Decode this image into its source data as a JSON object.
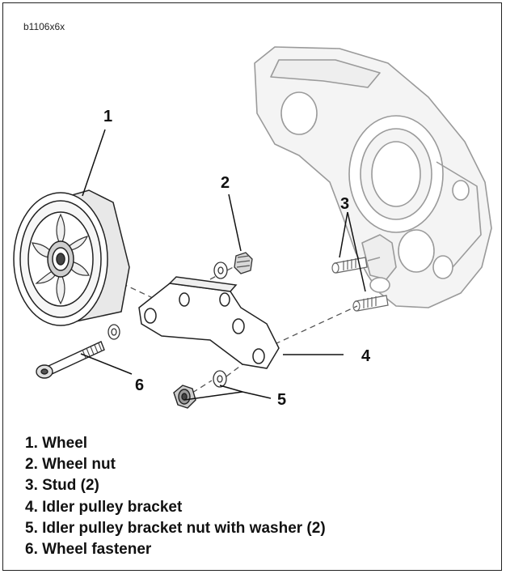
{
  "figure_code": "b1106x6x",
  "callouts": [
    "1",
    "2",
    "3",
    "4",
    "5",
    "6"
  ],
  "legend": [
    "1. Wheel",
    "2. Wheel nut",
    "3. Stud (2)",
    "4. Idler pulley bracket",
    "5. Idler pulley bracket nut with washer (2)",
    "6. Wheel fastener"
  ]
}
